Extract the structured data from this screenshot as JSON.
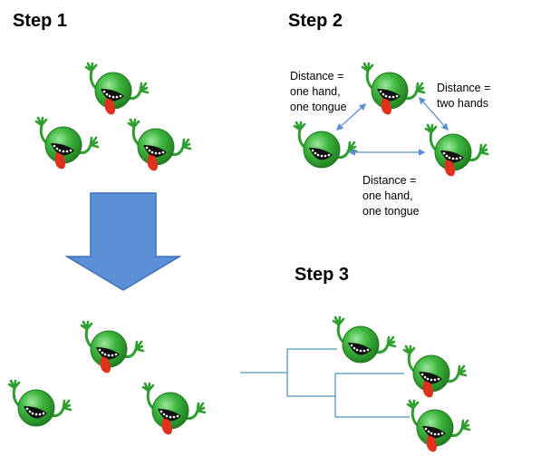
{
  "steps": {
    "step1": "Step 1",
    "step2": "Step 2",
    "step3": "Step 3"
  },
  "annotations": {
    "left_pair": [
      "Distance =",
      "one hand,",
      "one tongue"
    ],
    "right_pair": [
      "Distance =",
      "two hands"
    ],
    "bottom_pair": [
      "Distance =",
      "one hand,",
      "one tongue"
    ]
  },
  "colors": {
    "creature_body": "#3cb43c",
    "creature_dark": "#1f7a1f",
    "hands": "#2e9e2e",
    "mouth": "#111111",
    "teeth": "#ffffff",
    "tongue": "#e0301e",
    "arrow_fill": "#5b8fd6",
    "arrow_stroke": "#3e6fb5",
    "distance_arrow": "#5b8fd6",
    "tree_line": "#4a90b8"
  },
  "icons": [
    "green-creature-icon",
    "down-arrow-icon"
  ]
}
